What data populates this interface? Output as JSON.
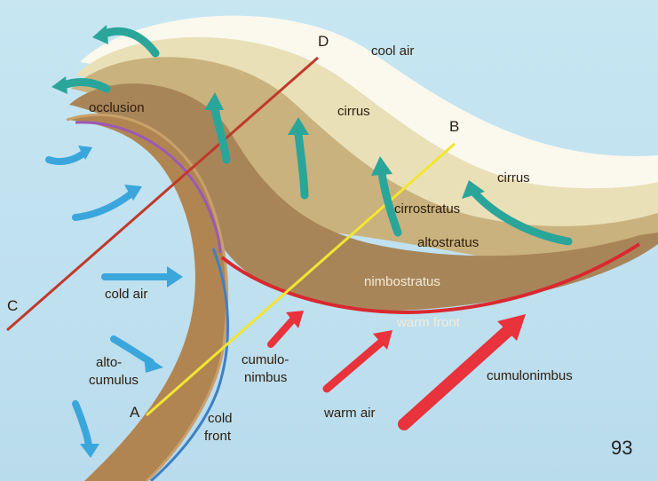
{
  "labels": {
    "cool_air": "cool air",
    "cirrus_top": "cirrus",
    "cirrus_right": "cirrus",
    "occlusion": "occlusion",
    "cirrostratus": "cirrostratus",
    "altostratus": "altostratus",
    "nimbostratus": "nimbostratus",
    "warm_front": "warm front",
    "cold_air": "cold air",
    "altocumulus_1": "alto-",
    "altocumulus_2": "cumulus",
    "cumulonimbus_left_1": "cumulo-",
    "cumulonimbus_left_2": "nimbus",
    "cumulonimbus_right": "cumulonimbus",
    "warm_air": "warm air",
    "cold_front_1": "cold",
    "cold_front_2": "front",
    "point_a": "A",
    "point_b": "B",
    "point_c": "C",
    "point_d": "D",
    "page_number": "93"
  },
  "colors": {
    "sky": "#bfe0ef",
    "cold_arrow": "#3aa6dc",
    "warm_arrow": "#e8323c",
    "rising_arrow": "#2aa59a",
    "line_ab": "#f2e632",
    "line_cd": "#c0392b",
    "warm_front_line": "#d9282f",
    "cold_front_line": "#3d7fc4",
    "occlusion_line": "#9b59b6"
  }
}
